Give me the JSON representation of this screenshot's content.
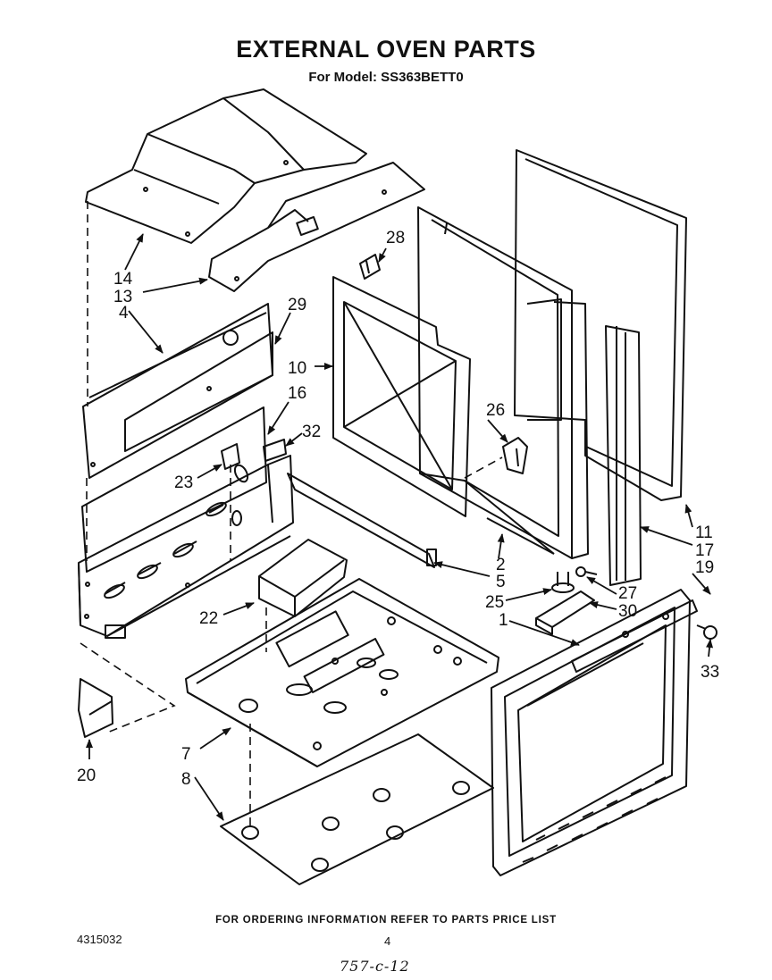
{
  "header": {
    "title": "EXTERNAL OVEN PARTS",
    "subtitle": "For Model: SS363BETT0"
  },
  "callouts": {
    "p14": "14",
    "p13": "13",
    "p4": "4",
    "p29": "29",
    "p28": "28",
    "p10": "10",
    "p16": "16",
    "p32": "32",
    "p26": "26",
    "p23": "23",
    "p11": "11",
    "p17": "17",
    "p19": "19",
    "p2": "2",
    "p5": "5",
    "p25": "25",
    "p27": "27",
    "p30": "30",
    "p1": "1",
    "p22": "22",
    "p33": "33",
    "p7": "7",
    "p20": "20",
    "p8": "8"
  },
  "footer": {
    "note": "FOR ORDERING INFORMATION REFER TO PARTS PRICE LIST",
    "doc_number": "4315032",
    "page_number": "4",
    "handwritten": "757-c-12"
  }
}
